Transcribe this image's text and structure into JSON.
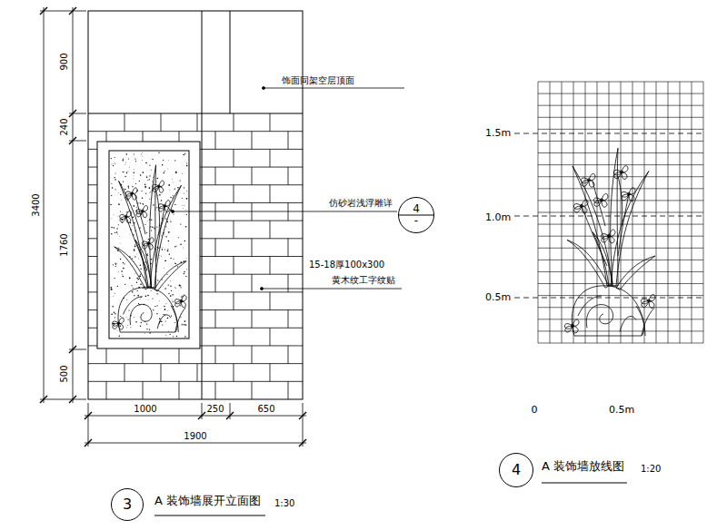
{
  "diagram": {
    "nodes": [
      {
        "text": [
          "4",
          "-"
        ]
      },
      {
        "text": [
          "3"
        ]
      },
      {
        "text": [
          "4"
        ]
      }
    ],
    "labels": [
      "900",
      "240",
      "3400",
      "1760",
      "500",
      "1000",
      "250",
      "650",
      "1900",
      "饰面同架空层顶面",
      "仿砂岩浅浮雕详",
      "15-18厚100x300",
      "黄木纹工字纹贴",
      "A 装饰墙展开立面图",
      "1:30",
      "1.5m",
      "1.0m",
      "0.5m",
      "0",
      "0.5m",
      "A 装饰墙放线图",
      "1:20"
    ]
  }
}
